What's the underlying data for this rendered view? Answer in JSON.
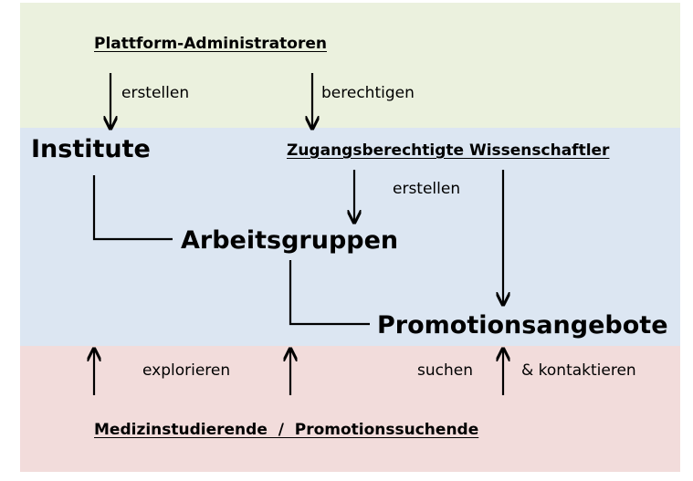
{
  "bands": {
    "admin_color": "#ebf1de",
    "scientist_color": "#dce6f2",
    "student_color": "#f2dcdb"
  },
  "nodes": {
    "admins": "Plattform-Administratoren",
    "institutes": "Institute",
    "scientists": "Zugangsberechtigte Wissenschaftler",
    "groups": "Arbeitsgruppen",
    "offers": "Promotionsangebote",
    "students": "Medizinstudierende  /  Promotionssuchende"
  },
  "verbs": {
    "admin_create": "erstellen",
    "admin_authorize": "berechtigen",
    "scientist_create": "erstellen",
    "explore": "explorieren",
    "search": "suchen",
    "contact": "& kontaktieren"
  }
}
